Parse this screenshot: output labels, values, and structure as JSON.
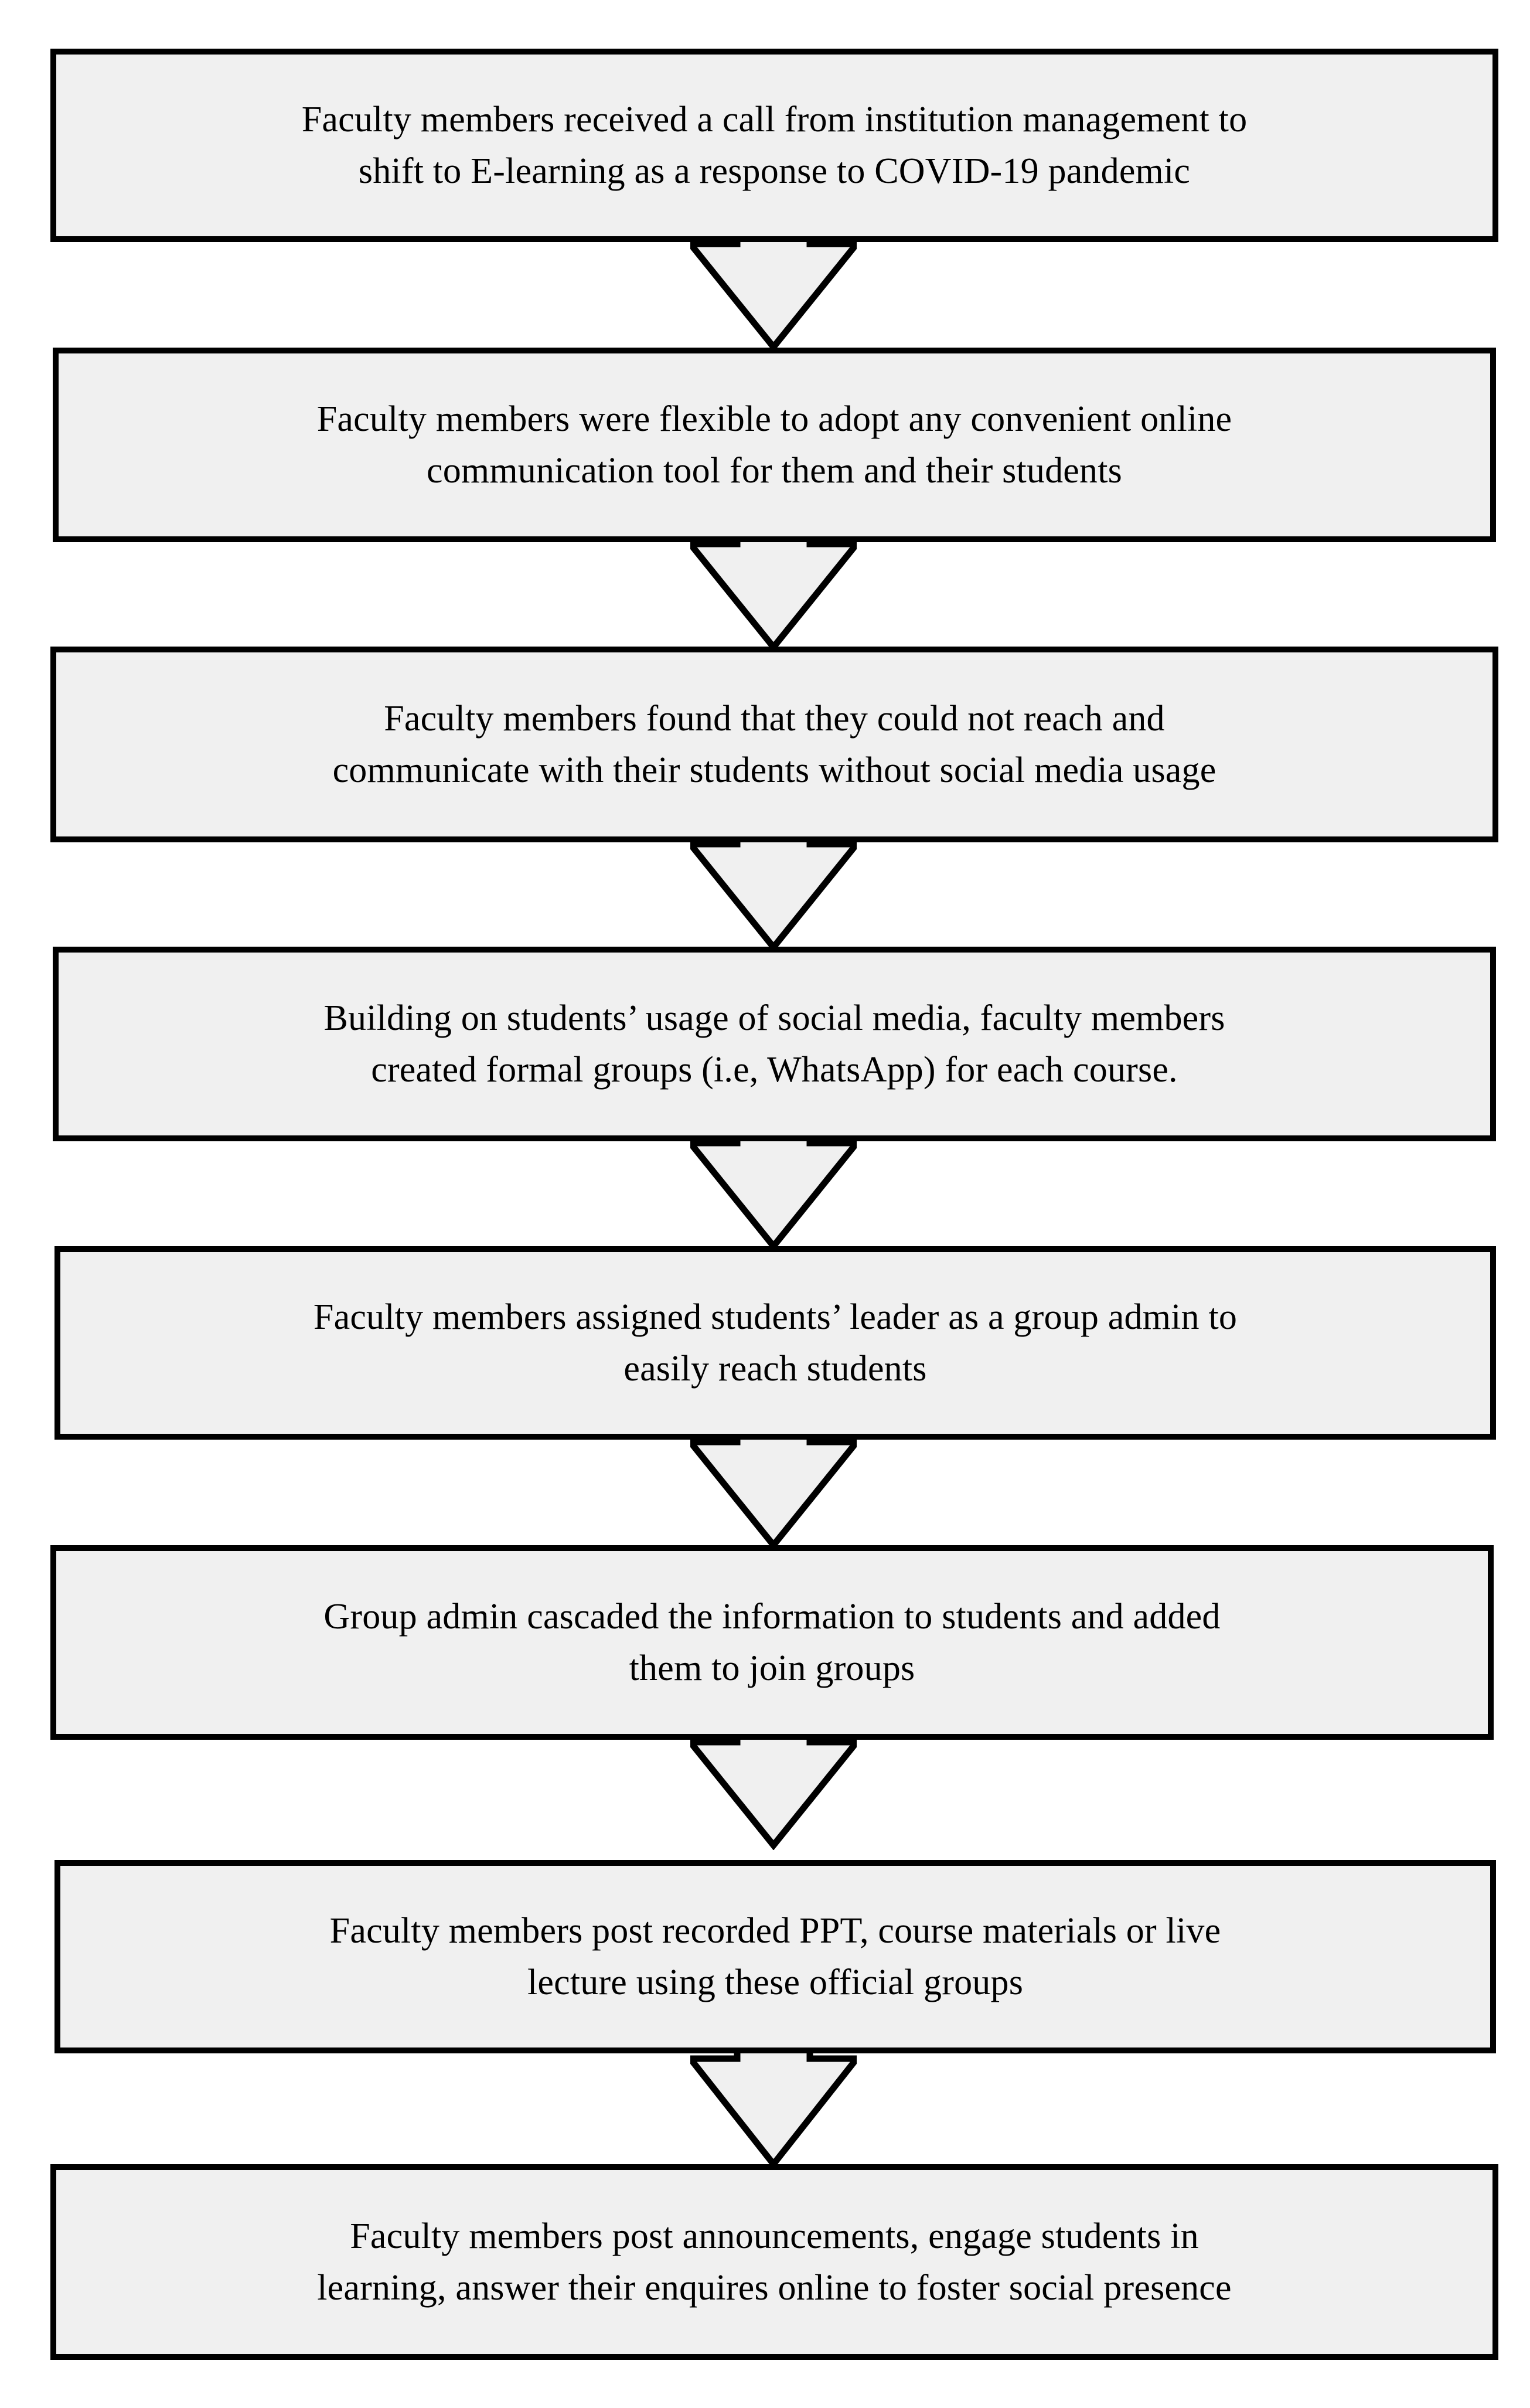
{
  "figure": {
    "kind": "process-flowchart",
    "orientation": "vertical",
    "background_color": "#FFFFFF",
    "node_fill_color": "#F0F0F0",
    "node_border_color": "#000000",
    "text_color": "#000000",
    "arrow_fill_color": "#F0F0F0",
    "arrow_outline_color": "#000000",
    "node_count": 8,
    "connector_count": 7
  },
  "nodes": [
    {
      "id": "step-1",
      "index": 1,
      "text": "Faculty members received a call from institution management to\nshift to E-learning as a response to COVID-19 pandemic"
    },
    {
      "id": "step-2",
      "index": 2,
      "text": "Faculty members were flexible to adopt any convenient online\ncommunication tool for them and their students"
    },
    {
      "id": "step-3",
      "index": 3,
      "text": "Faculty members found that they could not reach and\ncommunicate with their students without social media usage"
    },
    {
      "id": "step-4",
      "index": 4,
      "text": "Building on students’ usage of social media, faculty members\ncreated formal groups (i.e, WhatsApp) for each course."
    },
    {
      "id": "step-5",
      "index": 5,
      "text": "Faculty members assigned students’ leader as a group admin to\neasily reach students"
    },
    {
      "id": "step-6",
      "index": 6,
      "text": "Group admin cascaded the information to students and added\nthem to join groups"
    },
    {
      "id": "step-7",
      "index": 7,
      "text": "Faculty members post recorded PPT, course materials or live\nlecture using these official groups"
    },
    {
      "id": "step-8",
      "index": 8,
      "text": "Faculty members post announcements, engage students in\nlearning, answer their enquires online to foster social presence"
    }
  ],
  "connectors": [
    {
      "id": "arrow-1-2",
      "from": "step-1",
      "to": "step-2",
      "direction": "down"
    },
    {
      "id": "arrow-2-3",
      "from": "step-2",
      "to": "step-3",
      "direction": "down"
    },
    {
      "id": "arrow-3-4",
      "from": "step-3",
      "to": "step-4",
      "direction": "down"
    },
    {
      "id": "arrow-4-5",
      "from": "step-4",
      "to": "step-5",
      "direction": "down"
    },
    {
      "id": "arrow-5-6",
      "from": "step-5",
      "to": "step-6",
      "direction": "down"
    },
    {
      "id": "arrow-6-7",
      "from": "step-6",
      "to": "step-7",
      "direction": "down"
    },
    {
      "id": "arrow-7-8",
      "from": "step-7",
      "to": "step-8",
      "direction": "down"
    }
  ]
}
